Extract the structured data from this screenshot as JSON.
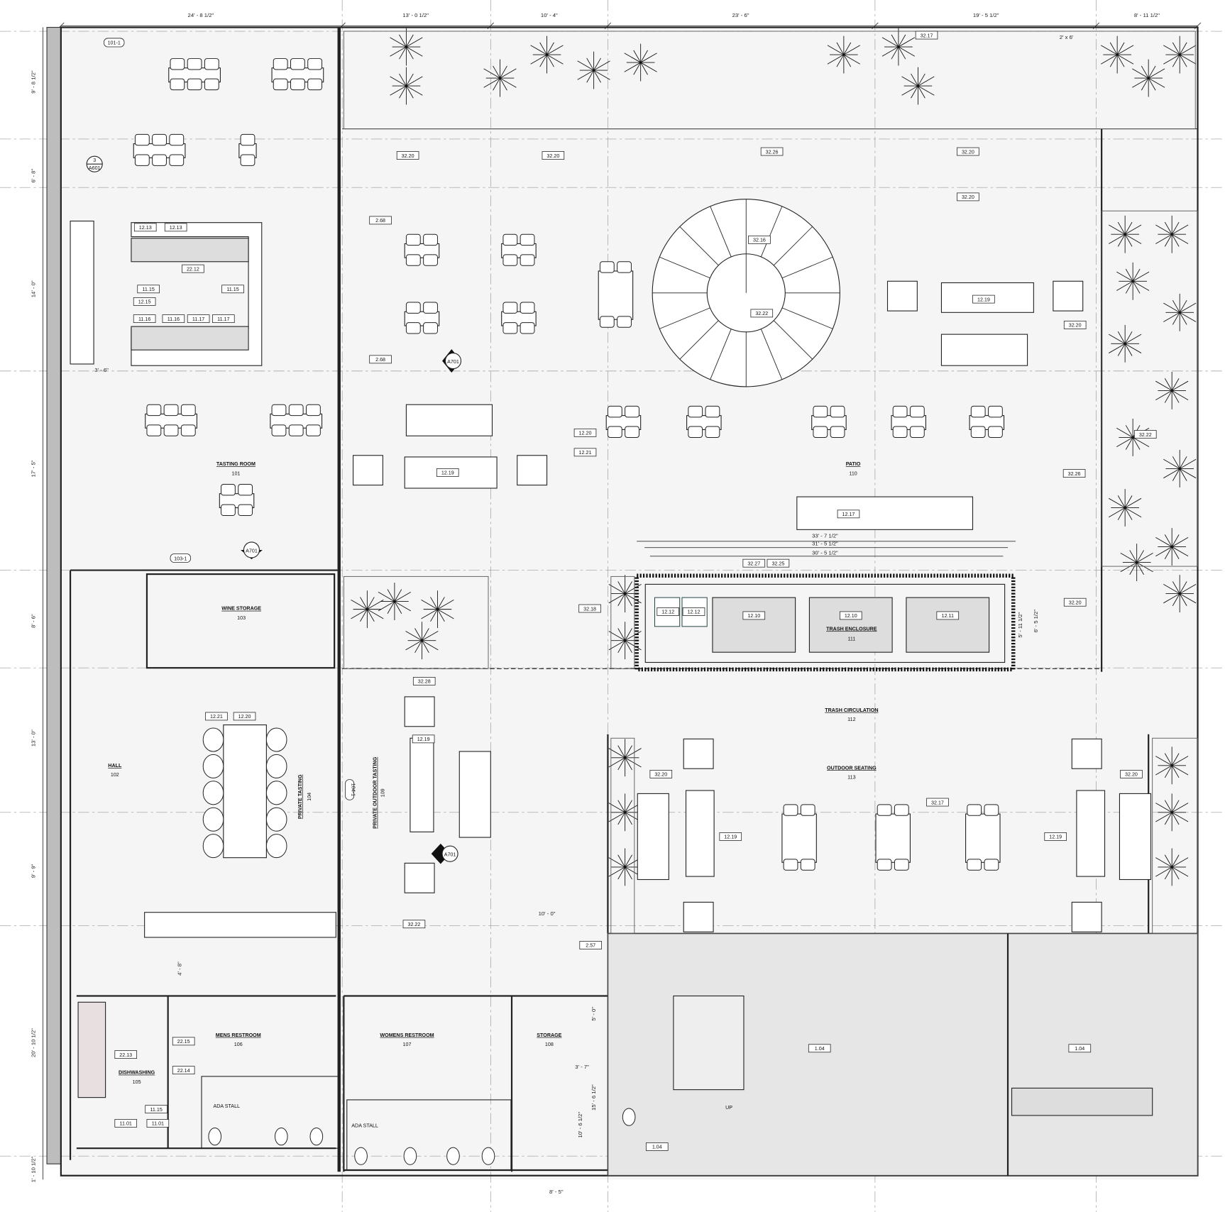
{
  "title": "Floor plan",
  "dimensions": {
    "top": [
      "24' - 8 1/2\"",
      "13' - 0 1/2\"",
      "10' - 4\"",
      "23' - 6\"",
      "19' - 5 1/2\"",
      "8' - 11 1/2\""
    ],
    "left": [
      "9' - 8 1/2\"",
      "6' - 8\"",
      "14' - 0\"",
      "17' - 5\"",
      "8' - 6\"",
      "13' - 0\"",
      "9' - 9\"",
      "20' - 10 1/2\"",
      "1' - 10 1/2\""
    ],
    "inner": [
      "33' - 7 1/2\"",
      "31' - 5 1/2\"",
      "30' - 5 1/2\"",
      "6' - 5 1/2\"",
      "5' - 11 1/2\"",
      "3' - 6\"",
      "10' - 0\"",
      "4' - 8\"",
      "5' - 0\"",
      "3' - 7\"",
      "15' - 6 1/2\"",
      "10' - 6 1/2\"",
      "8' - 5\"",
      "2' x 6'"
    ]
  },
  "rooms": {
    "tasting": {
      "name": "TASTING ROOM",
      "number": "101"
    },
    "hall": {
      "name": "HALL",
      "number": "102"
    },
    "wine": {
      "name": "WINE STORAGE",
      "number": "103"
    },
    "private_tasting": {
      "name": "PRIVATE TASTING",
      "number": "104"
    },
    "dishwashing": {
      "name": "DISHWASHING",
      "number": "105"
    },
    "mens": {
      "name": "MENS RESTROOM",
      "number": "106"
    },
    "womens": {
      "name": "WOMENS RESTROOM",
      "number": "107"
    },
    "storage": {
      "name": "STORAGE",
      "number": "108"
    },
    "private_outdoor": {
      "name": "PRIVATE OUTDOOR TASTING",
      "number": "109"
    },
    "patio": {
      "name": "PATIO",
      "number": "110"
    },
    "trash_enclosure": {
      "name": "TRASH ENCLOSURE",
      "number": "111"
    },
    "trash_circulation": {
      "name": "TRASH CIRCULATION",
      "number": "112"
    },
    "outdoor_seating": {
      "name": "OUTDOOR SEATING",
      "number": "113"
    }
  },
  "labels": {
    "ada_stall": "ADA STALL",
    "up": "UP"
  },
  "section_markers": {
    "a701": "A701",
    "a601": "A601",
    "a601_num": "3"
  },
  "door_tags": [
    "101-1",
    "103-1",
    "104-1"
  ],
  "keynotes": [
    "32.17",
    "32.20",
    "32.20",
    "32.26",
    "32.20",
    "32.20",
    "2.68",
    "2.68",
    "32.16",
    "32.22",
    "12.19",
    "32.20",
    "12.20",
    "12.21",
    "12.19",
    "32.26",
    "32.22",
    "12.17",
    "32.20",
    "32.18",
    "32.28",
    "12.19",
    "32.20",
    "32.20",
    "32.17",
    "12.19",
    "12.19",
    "12.21",
    "12.20",
    "32.22",
    "2.57",
    "22.13",
    "22.15",
    "22.14",
    "11.15",
    "11.01",
    "11.01",
    "1.04",
    "1.04",
    "1.04",
    "12.13",
    "12.13",
    "22.12",
    "11.15",
    "11.15",
    "12.15",
    "11.16",
    "11.16",
    "11.17",
    "11.17",
    "32.27",
    "32.25",
    "12.12",
    "12.12",
    "12.10",
    "12.10",
    "12.11"
  ]
}
